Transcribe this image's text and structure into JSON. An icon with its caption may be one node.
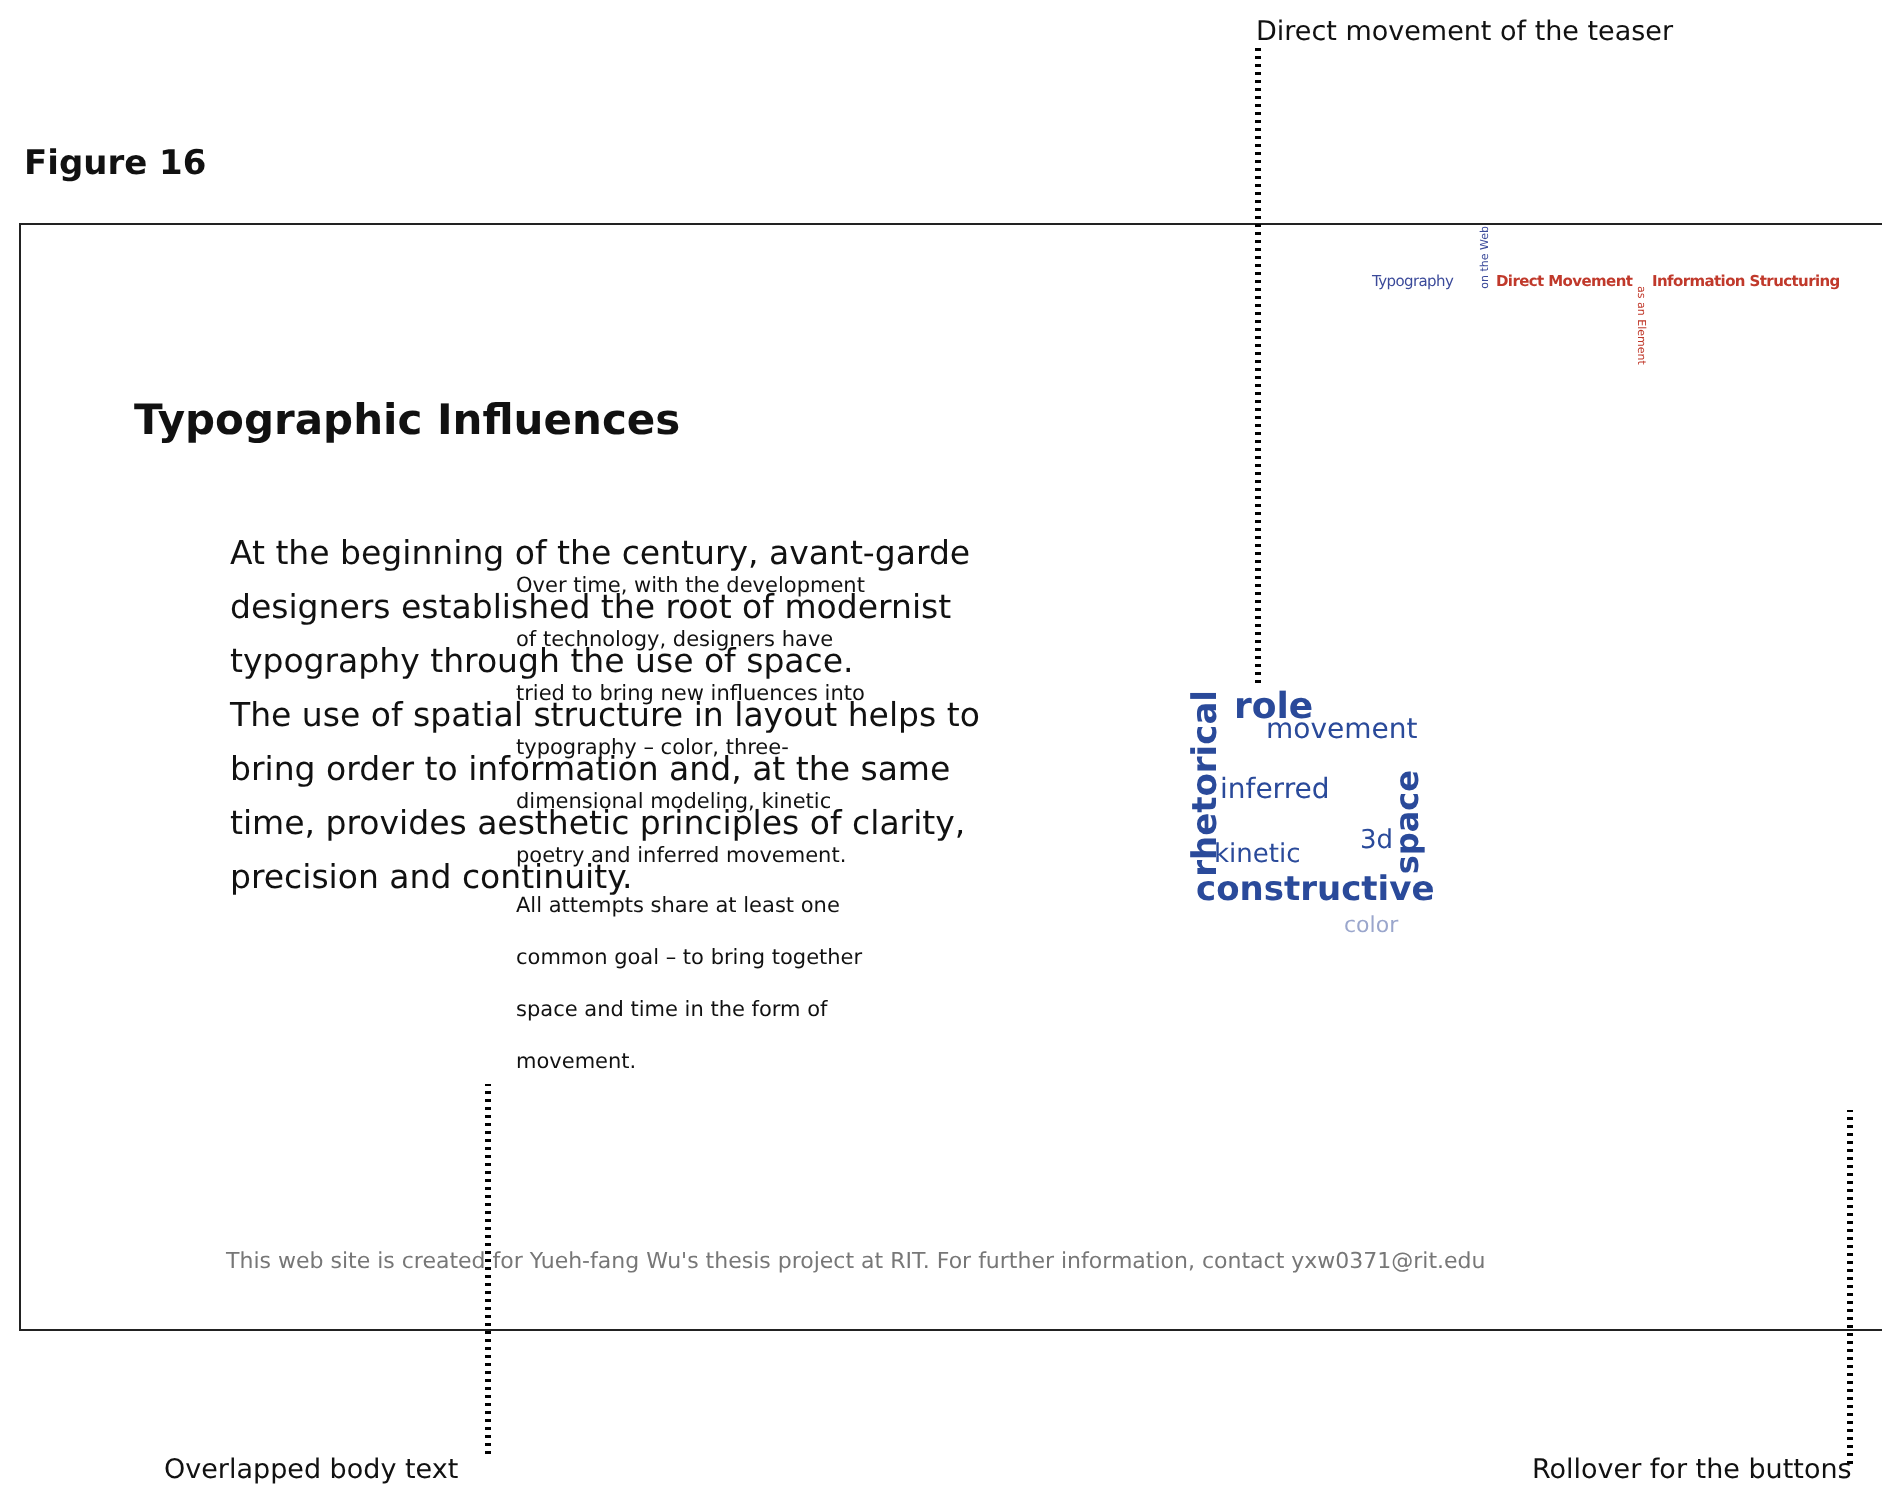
{
  "diagram": {
    "title": "Figure 16",
    "nodes": [
      {
        "text": [
          "Direct movement of the teaser"
        ]
      },
      {
        "text": [
          "rhetorical",
          "role",
          "movement",
          "inferred",
          "3d",
          "space",
          "kinetic",
          "constructive",
          "color"
        ]
      },
      {
        "text": [
          "Overlapped body text"
        ]
      },
      {
        "text": [
          "Over time, with the development of technology, designers have tried to bring new influences into typography – color, three-dimensional modeling, kinetic poetry and inferred movement.",
          "All attempts share at least one common goal – to bring together space and time in the form of movement."
        ]
      },
      {
        "text": [
          "Rollover for the buttons"
        ]
      }
    ],
    "edges": [
      {
        "from": 0,
        "to": 1,
        "arrow": "none",
        "style": "dashed"
      },
      {
        "from": 2,
        "to": 3,
        "arrow": "none",
        "style": "dashed"
      },
      {
        "from": 4,
        "to": null,
        "arrow": "none",
        "style": "dashed"
      }
    ],
    "labels": [
      "Typography",
      "on the Web",
      "Direct Movement",
      "as an Element",
      "Information Structuring",
      "Typographic Influences",
      "At the beginning of the century, avant-garde designers established the root of modernist typography through the use of space.",
      "The use of spatial structure in layout helps to bring order to information and, at the same time, provides aesthetic principles of clarity, precision and continuity.",
      "This web site is created for Yueh-fang Wu's thesis project at RIT. For further information, contact yxw0371@rit.edu"
    ]
  }
}
